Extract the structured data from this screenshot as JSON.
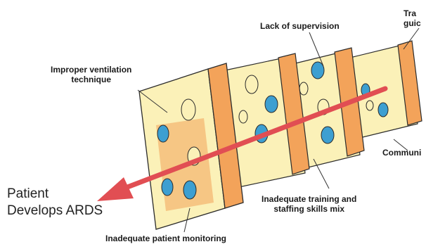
{
  "outcome": {
    "line1": "Patient",
    "line2": "Develops ARDS"
  },
  "labels": {
    "improper_ventilation": {
      "line1": "Improper ventilation",
      "line2": "technique"
    },
    "lack_of_supervision": "Lack of supervision",
    "training_guidance_partial": {
      "line1": "Tra",
      "line2": "guic"
    },
    "communication_partial": "Communi",
    "inadequate_training": {
      "line1": "Inadequate training and",
      "line2": "staffing skills mix"
    },
    "inadequate_monitoring": "Inadequate patient monitoring"
  },
  "colors": {
    "cheese_face": "#fbf1b8",
    "cheese_side": "#f3a35a",
    "cheese_side_dark": "#e58a3c",
    "hole_blue": "#3d9fd1",
    "arrow": "#e14e53",
    "outline": "#2b2b2b"
  },
  "icons": {
    "slice": "swiss-cheese-slice-icon",
    "arrow": "accident-trajectory-arrow"
  }
}
